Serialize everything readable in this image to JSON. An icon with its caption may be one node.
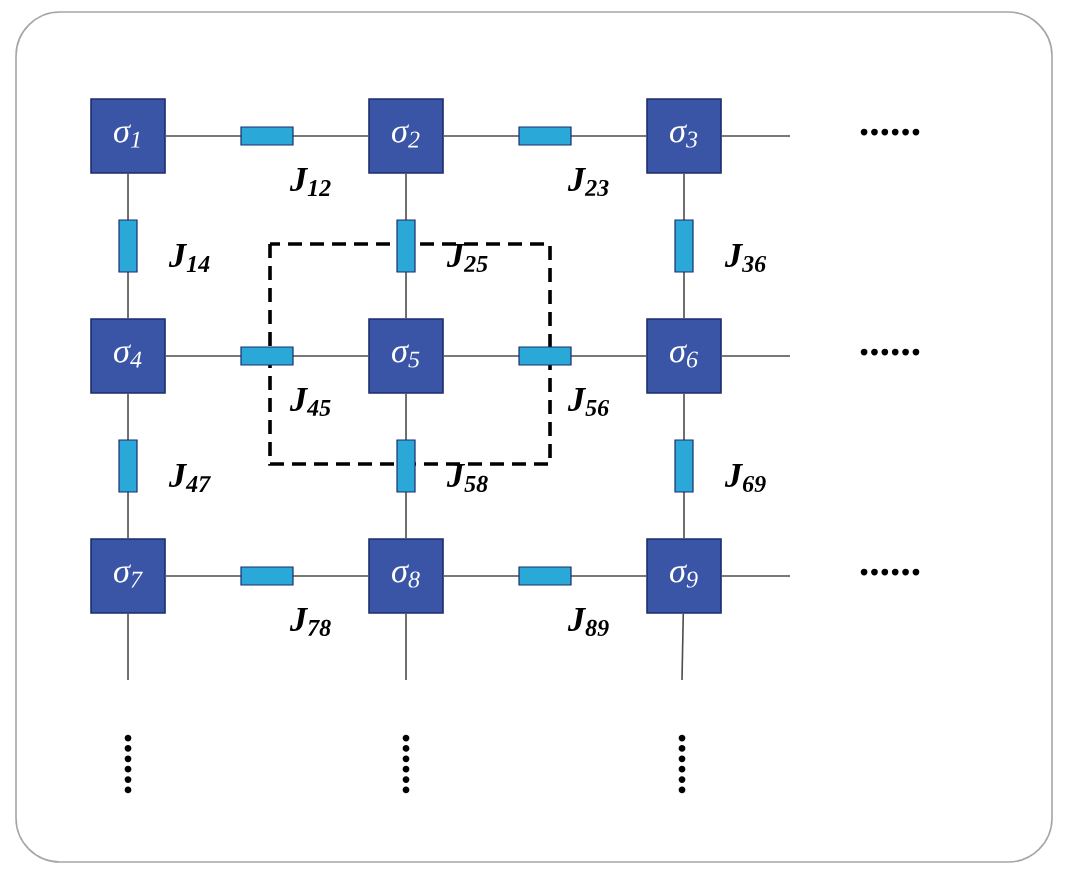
{
  "diagram": {
    "nodes": [
      {
        "text": [
          "σ$_{1}$"
        ]
      },
      {
        "text": [
          "σ$_{2}$"
        ]
      },
      {
        "text": [
          "σ$_{3}$"
        ]
      },
      {
        "text": [
          "σ$_{4}$"
        ]
      },
      {
        "text": [
          "σ$_{5}$"
        ]
      },
      {
        "text": [
          "σ$_{6}$"
        ]
      },
      {
        "text": [
          "σ$_{7}$"
        ]
      },
      {
        "text": [
          "σ$_{8}$"
        ]
      },
      {
        "text": [
          "σ$_{9}$"
        ]
      }
    ],
    "edges": [
      {
        "from": 0,
        "to": 1,
        "arrow": "none",
        "label": "J$_{12}$"
      },
      {
        "from": 1,
        "to": 2,
        "arrow": "none",
        "label": "J$_{23}$"
      },
      {
        "from": 0,
        "to": 3,
        "arrow": "none",
        "label": "J$_{14}$"
      },
      {
        "from": 1,
        "to": 4,
        "arrow": "none",
        "label": "J$_{25}$"
      },
      {
        "from": 2,
        "to": 5,
        "arrow": "none",
        "label": "J$_{36}$"
      },
      {
        "from": 3,
        "to": 4,
        "arrow": "none",
        "label": "J$_{45}$"
      },
      {
        "from": 4,
        "to": 5,
        "arrow": "none",
        "label": "J$_{56}$"
      },
      {
        "from": 3,
        "to": 6,
        "arrow": "none",
        "label": "J$_{47}$"
      },
      {
        "from": 4,
        "to": 7,
        "arrow": "none",
        "label": "J$_{58}$"
      },
      {
        "from": 5,
        "to": 8,
        "arrow": "none",
        "label": "J$_{69}$"
      },
      {
        "from": 6,
        "to": 7,
        "arrow": "none",
        "label": "J$_{78}$"
      },
      {
        "from": 7,
        "to": 8,
        "arrow": "none",
        "label": "J$_{89}$"
      },
      {
        "from": 2,
        "to": null,
        "arrow": "none"
      },
      {
        "from": 5,
        "to": null,
        "arrow": "none"
      },
      {
        "from": 8,
        "to": null,
        "arrow": "none"
      },
      {
        "from": 6,
        "to": null,
        "arrow": "none"
      },
      {
        "from": 7,
        "to": null,
        "arrow": "none"
      },
      {
        "from": 8,
        "to": null,
        "arrow": "none"
      }
    ],
    "labels": [
      "......",
      "......",
      "......",
      "......",
      "......",
      "......"
    ]
  }
}
